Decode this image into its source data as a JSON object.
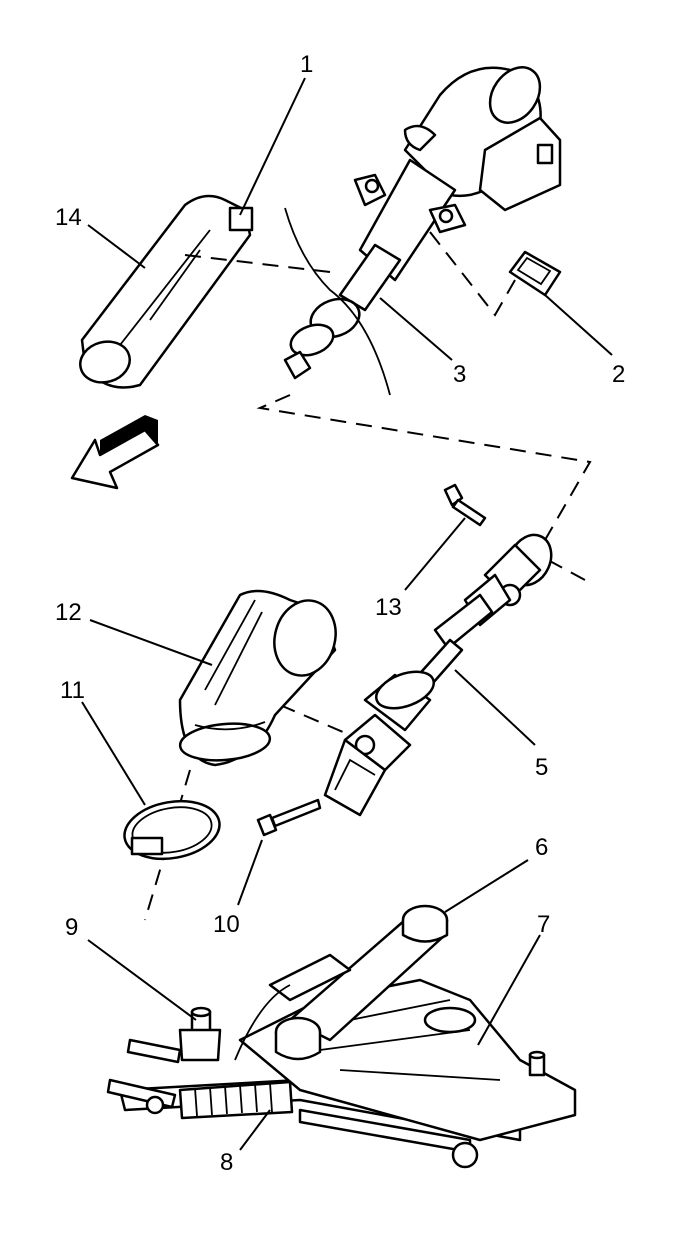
{
  "callouts": [
    {
      "id": "c1",
      "label": "1"
    },
    {
      "id": "c2",
      "label": "2"
    },
    {
      "id": "c3",
      "label": "3"
    },
    {
      "id": "c5",
      "label": "5"
    },
    {
      "id": "c6",
      "label": "6"
    },
    {
      "id": "c7",
      "label": "7"
    },
    {
      "id": "c8",
      "label": "8"
    },
    {
      "id": "c9",
      "label": "9"
    },
    {
      "id": "c10",
      "label": "10"
    },
    {
      "id": "c11",
      "label": "11"
    },
    {
      "id": "c12",
      "label": "12"
    },
    {
      "id": "c13",
      "label": "13"
    },
    {
      "id": "c14",
      "label": "14"
    }
  ]
}
